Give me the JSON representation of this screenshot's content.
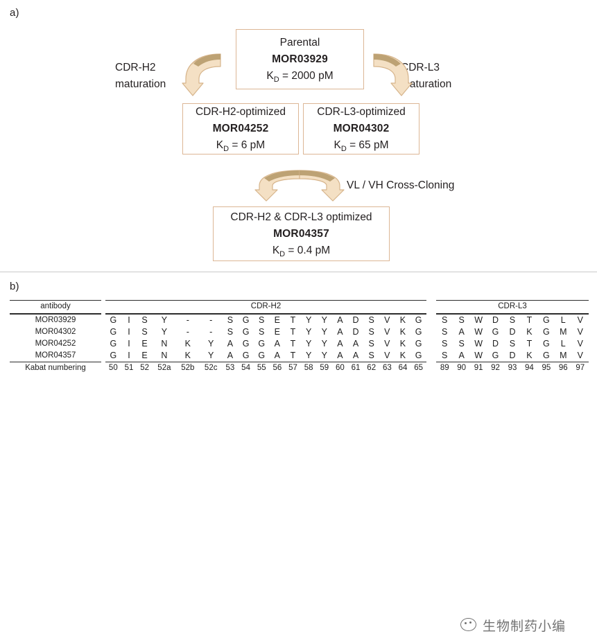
{
  "figure": {
    "panel_a_letter": "a)",
    "panel_b_letter": "b)"
  },
  "panel_a": {
    "boxes": {
      "parental": {
        "title": "Parental",
        "clone": "MOR03929",
        "kd_prefix": "K",
        "kd_sub": "D",
        "kd_value": " = 2000 pM"
      },
      "h2_optimized": {
        "title": "CDR-H2-optimized",
        "clone": "MOR04252",
        "kd_prefix": "K",
        "kd_sub": "D",
        "kd_value": " = 6 pM"
      },
      "l3_optimized": {
        "title": "CDR-L3-optimized",
        "clone": "MOR04302",
        "kd_prefix": "K",
        "kd_sub": "D",
        "kd_value": " = 65 pM"
      },
      "both_optimized": {
        "title": "CDR-H2 & CDR-L3 optimized",
        "clone": "MOR04357",
        "kd_prefix": "K",
        "kd_sub": "D",
        "kd_value": " = 0.4 pM"
      }
    },
    "labels": {
      "h2_maturation_line1": "CDR-H2",
      "h2_maturation_line2": "maturation",
      "l3_maturation_line1": "CDR-L3",
      "l3_maturation_line2": "maturation",
      "cross_cloning": "VL / VH Cross-Cloning"
    },
    "colors": {
      "box_border": "#dcb695",
      "arrow_fill": "#f4e0c4",
      "arrow_stroke": "#d9b98e",
      "arrow_shadow": "#c3a985"
    }
  },
  "panel_b": {
    "headers": {
      "antibody": "antibody",
      "cdr_h2": "CDR-H2",
      "cdr_l3": "CDR-L3"
    },
    "kabat_label": "Kabat numbering",
    "antibodies": [
      "MOR03929",
      "MOR04302",
      "MOR04252",
      "MOR04357"
    ],
    "cdr_h2": {
      "kabat": [
        "50",
        "51",
        "52",
        "52a",
        "52b",
        "52c",
        "53",
        "54",
        "55",
        "56",
        "57",
        "58",
        "59",
        "60",
        "61",
        "62",
        "63",
        "64",
        "65"
      ],
      "rows": [
        [
          "G",
          "I",
          "S",
          "Y",
          "-",
          "-",
          "S",
          "G",
          "S",
          "E",
          "T",
          "Y",
          "Y",
          "A",
          "D",
          "S",
          "V",
          "K",
          "G"
        ],
        [
          "G",
          "I",
          "S",
          "Y",
          "-",
          "-",
          "S",
          "G",
          "S",
          "E",
          "T",
          "Y",
          "Y",
          "A",
          "D",
          "S",
          "V",
          "K",
          "G"
        ],
        [
          "G",
          "I",
          "E",
          "N",
          "K",
          "Y",
          "A",
          "G",
          "G",
          "A",
          "T",
          "Y",
          "Y",
          "A",
          "A",
          "S",
          "V",
          "K",
          "G"
        ],
        [
          "G",
          "I",
          "E",
          "N",
          "K",
          "Y",
          "A",
          "G",
          "G",
          "A",
          "T",
          "Y",
          "Y",
          "A",
          "A",
          "S",
          "V",
          "K",
          "G"
        ]
      ]
    },
    "cdr_l3": {
      "kabat": [
        "89",
        "90",
        "91",
        "92",
        "93",
        "94",
        "95",
        "96",
        "97"
      ],
      "rows": [
        [
          "S",
          "S",
          "W",
          "D",
          "S",
          "T",
          "G",
          "L",
          "V"
        ],
        [
          "S",
          "A",
          "W",
          "G",
          "D",
          "K",
          "G",
          "M",
          "V"
        ],
        [
          "S",
          "S",
          "W",
          "D",
          "S",
          "T",
          "G",
          "L",
          "V"
        ],
        [
          "S",
          "A",
          "W",
          "G",
          "D",
          "K",
          "G",
          "M",
          "V"
        ]
      ]
    }
  },
  "watermark": {
    "text": "生物制药小编"
  }
}
